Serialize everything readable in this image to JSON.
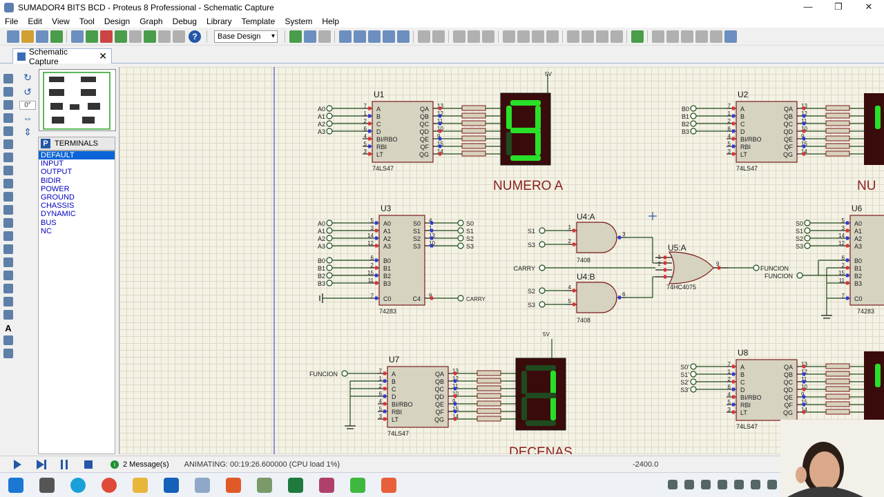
{
  "window": {
    "title": "SUMADOR4 BITS BCD - Proteus 8 Professional - Schematic Capture",
    "controls": [
      "—",
      "❐",
      "✕"
    ]
  },
  "menu": [
    "File",
    "Edit",
    "View",
    "Tool",
    "Design",
    "Graph",
    "Debug",
    "Library",
    "Template",
    "System",
    "Help"
  ],
  "toolbar": {
    "design_select": "Base Design",
    "help_label": "?"
  },
  "tab": {
    "label": "Schematic Capture",
    "close": "✕"
  },
  "left_panel": {
    "rotation": "0°",
    "terminals_header": "TERMINALS",
    "picker_letter": "P",
    "terminals": [
      "DEFAULT",
      "INPUT",
      "OUTPUT",
      "BIDIR",
      "POWER",
      "GROUND",
      "CHASSIS",
      "DYNAMIC",
      "BUS",
      "NC"
    ],
    "selected": "DEFAULT",
    "text_tool": "A"
  },
  "schematic": {
    "u1": {
      "ref": "U1",
      "part": "74LS47",
      "inputs": [
        "A0",
        "A1",
        "A2",
        "A3"
      ],
      "pins_left": [
        "A",
        "B",
        "C",
        "D",
        "BI/RBO",
        "RBI",
        "LT"
      ],
      "pins_right": [
        "QA",
        "QB",
        "QC",
        "QD",
        "QE",
        "QF",
        "QG"
      ],
      "pinnum_left": [
        "7",
        "1",
        "2",
        "6",
        "4",
        "5",
        "3"
      ],
      "pinnum_right": [
        "13",
        "12",
        "11",
        "10",
        "9",
        "15",
        "14"
      ]
    },
    "u2": {
      "ref": "U2",
      "part": "74LS47",
      "inputs": [
        "B0",
        "B1",
        "B2",
        "B3"
      ]
    },
    "u3": {
      "ref": "U3",
      "part": "74283",
      "inputs_a": [
        "A0",
        "A1",
        "A2",
        "A3"
      ],
      "inputs_b": [
        "B0",
        "B1",
        "B2",
        "B3"
      ],
      "pins_left": [
        "A0",
        "A1",
        "A2",
        "A3",
        "B0",
        "B1",
        "B2",
        "B3",
        "C0"
      ],
      "pins_right": [
        "S0",
        "S1",
        "S2",
        "S3",
        "C4"
      ],
      "pinnum_left": [
        "5",
        "3",
        "14",
        "12",
        "6",
        "2",
        "15",
        "11",
        "7"
      ],
      "pinnum_right": [
        "4",
        "1",
        "13",
        "10",
        "9"
      ],
      "outputs": [
        "S0",
        "S1",
        "S2",
        "S3"
      ],
      "carry_label": "CARRY"
    },
    "u4a": {
      "ref": "U4:A",
      "part": "7408",
      "in": [
        "S1",
        "S3"
      ],
      "pins": [
        "1",
        "2",
        "3"
      ]
    },
    "u4b": {
      "ref": "U4:B",
      "part": "7408",
      "in": [
        "S2",
        "S3"
      ],
      "pins": [
        "4",
        "5",
        "6"
      ]
    },
    "u5a": {
      "ref": "U5:A",
      "part": "74HC4075",
      "pins": [
        "1",
        "2",
        "8",
        "9"
      ],
      "out": "FUNCION",
      "carry_in": "CARRY"
    },
    "u6": {
      "ref": "U6",
      "part": "74283",
      "inputs": [
        "S0",
        "S1",
        "S2",
        "S3"
      ],
      "func": "FUNCION",
      "pins_left": [
        "A0",
        "A1",
        "A2",
        "A3",
        "B0",
        "B1",
        "B2",
        "B3",
        "C0"
      ],
      "pinnum_left": [
        "5",
        "3",
        "14",
        "12",
        "6",
        "2",
        "15",
        "11",
        "7"
      ]
    },
    "u7": {
      "ref": "U7",
      "part": "74LS47",
      "input": "FUNCION"
    },
    "u8": {
      "ref": "U8",
      "part": "74LS47",
      "inputs": [
        "S0'",
        "S1'",
        "S2'",
        "S3'"
      ]
    },
    "labels": {
      "numero_a": "NUMERO A",
      "numero_a_cut": "NU",
      "decenas": "DECENAS",
      "five_v": "5V"
    },
    "display1_digit": "9",
    "display2_digit": "1"
  },
  "status": {
    "messages": "2 Message(s)",
    "animating": "ANIMATING: 00:19:26.600000 (CPU load 1%)",
    "coord": "-2400.0"
  },
  "colors": {
    "canvas": "#f4f2e4",
    "chip_fill": "#d7d3c1",
    "chip_border": "#7a1a1a",
    "label": "#8a1f1f",
    "wire": "#1a4a1a",
    "display_bg": "#3a0b0b",
    "segment_on": "#28e028",
    "segment_off": "#1f4a1f",
    "accent": "#2457a6"
  }
}
